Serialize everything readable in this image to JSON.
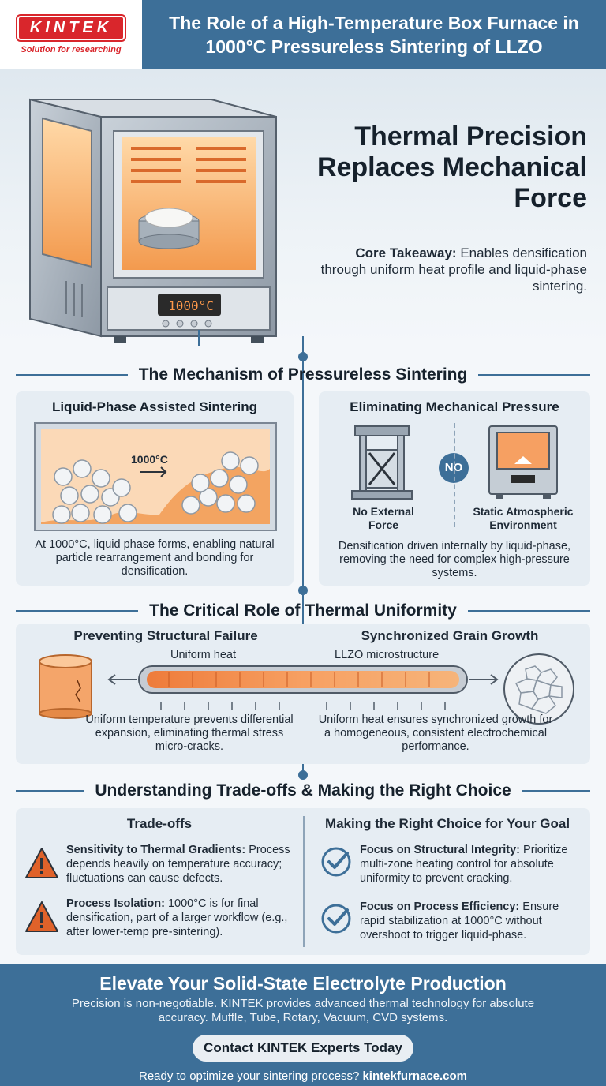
{
  "brand": {
    "name": "KINTEK",
    "tagline": "Solution for researching",
    "color": "#d9262c"
  },
  "header": {
    "title": "The Role of a High-Temperature Box Furnace in 1000°C Pressureless Sintering of LLZO"
  },
  "hero": {
    "title": "Thermal Precision Replaces Mechanical Force",
    "core_label": "Core Takeaway:",
    "core_text": "Enables densification through uniform heat profile and liquid-phase sintering.",
    "display_temp": "1000°C"
  },
  "sections": {
    "mechanism": {
      "heading": "The Mechanism of Pressureless Sintering",
      "left": {
        "title": "Liquid-Phase Assisted Sintering",
        "diagram_temp": "1000°C",
        "caption": "At 1000°C, liquid phase forms, enabling natural particle rearrangement and bonding for densification."
      },
      "right": {
        "title": "Eliminating Mechanical Pressure",
        "no_badge": "NO",
        "left_label": "No External Force",
        "right_label": "Static Atmospheric Environment",
        "caption": "Densification driven internally by liquid-phase, removing the need for complex high-pressure systems."
      }
    },
    "uniformity": {
      "heading": "The Critical Role of Thermal Uniformity",
      "left_title": "Preventing Structural Failure",
      "right_title": "Synchronized Grain Growth",
      "bar_left_label": "Uniform heat",
      "bar_right_label": "LLZO microstructure",
      "left_caption": "Uniform temperature prevents differential expansion, eliminating thermal stress micro-cracks.",
      "right_caption": "Uniform heat ensures synchronized growth for a homogeneous, consistent electrochemical performance."
    },
    "tradeoffs": {
      "heading": "Understanding Trade-offs & Making the Right Choice",
      "left_title": "Trade-offs",
      "right_title": "Making the Right Choice for Your Goal",
      "left_items": [
        {
          "label": "Sensitivity to Thermal Gradients:",
          "text": "Process depends heavily on temperature accuracy; fluctuations can cause defects."
        },
        {
          "label": "Process Isolation:",
          "text": "1000°C is for final densification, part of a larger workflow (e.g., after lower-temp pre-sintering)."
        }
      ],
      "right_items": [
        {
          "label": "Focus on Structural Integrity:",
          "text": "Prioritize multi-zone heating control for absolute uniformity to prevent cracking."
        },
        {
          "label": "Focus on Process Efficiency:",
          "text": "Ensure rapid stabilization at 1000°C without overshoot to trigger liquid-phase."
        }
      ]
    }
  },
  "footer": {
    "title": "Elevate Your Solid-State Electrolyte Production",
    "text": "Precision is non-negotiable. KINTEK provides advanced thermal technology for absolute accuracy. Muffle, Tube, Rotary, Vacuum, CVD systems.",
    "cta": "Contact KINTEK Experts Today",
    "url_prefix": "Ready to optimize your sintering process?",
    "url": "kintekfurnace.com"
  },
  "colors": {
    "primary": "#3d6f98",
    "accent_orange": "#f08a3c",
    "warning": "#e0622a",
    "panel": "#e6edf3"
  },
  "icons": [
    "box-furnace-icon",
    "hydraulic-press-icon",
    "warning-icon",
    "check-circle-icon",
    "cracked-cylinder-icon",
    "grain-structure-icon"
  ]
}
